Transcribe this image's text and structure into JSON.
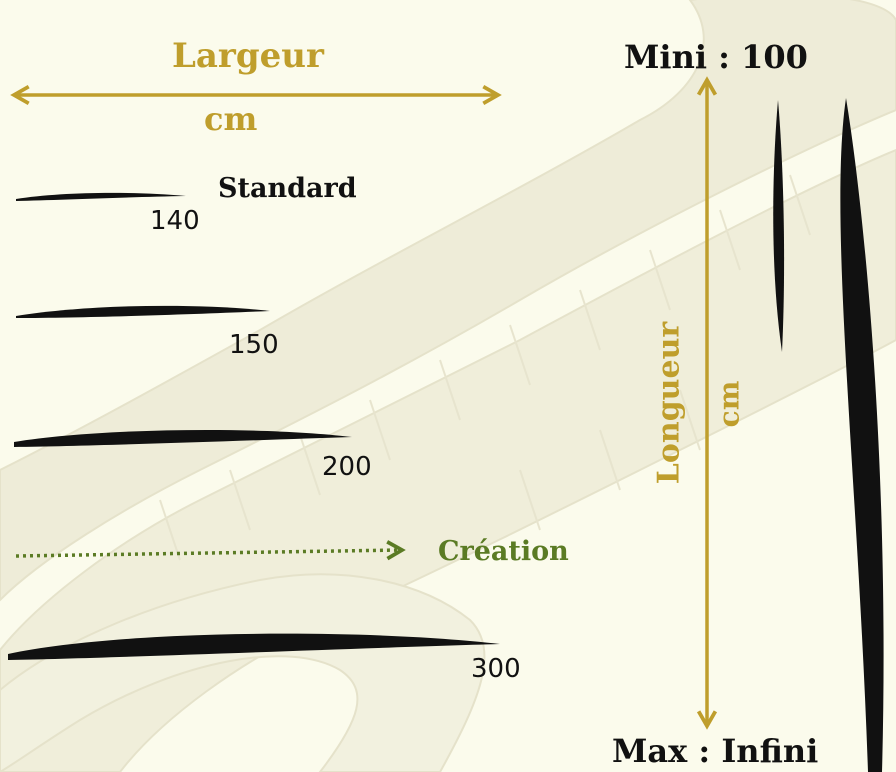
{
  "width_axis": {
    "title": "Largeur",
    "unit": "cm"
  },
  "standard_label": "Standard",
  "creation_label": "Création",
  "width_values": [
    "140",
    "150",
    "200",
    "300"
  ],
  "length_axis": {
    "title": "Longueur",
    "unit": "cm",
    "min_label": "Mini : 100",
    "max_label": "Max : Infini"
  },
  "colors": {
    "gold": "#bf9e2c",
    "green": "#5b7b24",
    "ink": "#111111",
    "background": "#fbfbec",
    "tape": "#ece9d6"
  },
  "icons": [
    "double-arrow-horizontal",
    "double-arrow-vertical",
    "dotted-arrow"
  ]
}
